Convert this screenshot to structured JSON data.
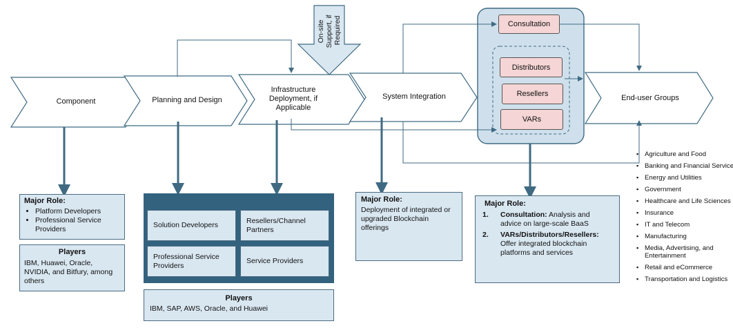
{
  "stages": [
    {
      "id": "component",
      "label": "Component"
    },
    {
      "id": "planning",
      "label": "Planning and Design"
    },
    {
      "id": "infrastructure",
      "label": "Infrastructure Deployment, if Applicable"
    },
    {
      "id": "integration",
      "label": "System Integration"
    },
    {
      "id": "enduser",
      "label": "End-user Groups"
    }
  ],
  "onsite_label": "On-site Support, if Required",
  "channel": {
    "consultation": "Consultation",
    "distributors": "Distributors",
    "resellers": "Resellers",
    "vars": "VARs"
  },
  "component_role": {
    "title": "Major Role:",
    "items": [
      "Platform Developers",
      "Professional Service Providers"
    ]
  },
  "component_players": {
    "title": "Players",
    "text": "IBM, Huawei, Oracle, NVIDIA, and Bitfury, among others"
  },
  "planning_boxes": [
    "Solution Developers",
    "Resellers/Channel Partners",
    "Professional Service Providers",
    "Service Providers"
  ],
  "planning_players": {
    "title": "Players",
    "text": "IBM, SAP, AWS, Oracle, and Huawei"
  },
  "integration_role": {
    "title": "Major Role:",
    "text": "Deployment of integrated or upgraded Blockchain offerings"
  },
  "channel_role": {
    "title": "Major Role:",
    "items": [
      {
        "num": "1.",
        "bold": "Consultation:",
        "text": " Analysis and advice on large-scale BaaS"
      },
      {
        "num": "2.",
        "bold": "VARs/Distributors/Resellers:",
        "text": " Offer integrated blockchain platforms and services"
      }
    ]
  },
  "enduser_groups": [
    "Agriculture and Food",
    "Banking and Financial Services",
    "Energy and Utilities",
    "Government",
    "Healthcare and Life Sciences",
    "Insurance",
    "IT and Telecom",
    "Manufacturing",
    "Media, Advertising, and Entertainment",
    "Retail and eCommerce",
    "Transportation and Logistics"
  ],
  "colors": {
    "connector": "#3f6a82",
    "light_fill": "#d9e7f1",
    "dark_fill": "#33627e",
    "pink_fill": "#f5d5d5"
  }
}
